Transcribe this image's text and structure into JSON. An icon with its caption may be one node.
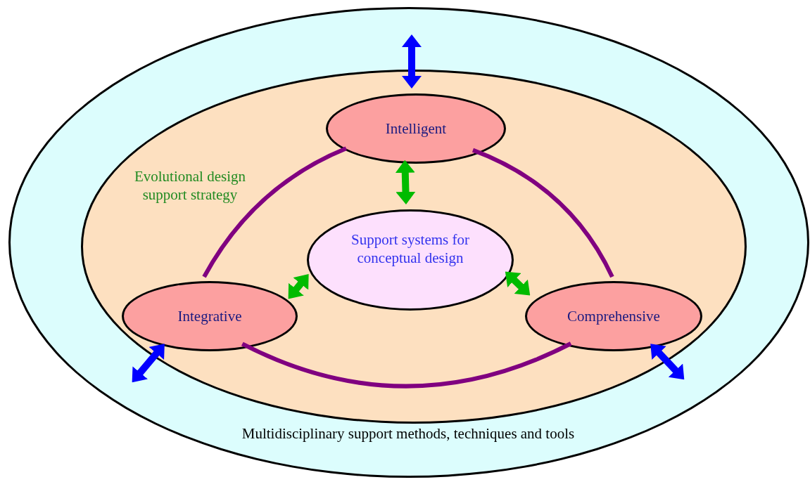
{
  "diagram": {
    "nodes": [
      {
        "text": [
          "Multidisciplinary support methods, techniques and tools"
        ]
      },
      {
        "text": [
          "Evolutional design support strategy"
        ],
        "in": 0
      },
      {
        "text": [
          "Intelligent"
        ],
        "in": 1
      },
      {
        "text": [
          "Support systems for conceptual design"
        ],
        "in": 1
      },
      {
        "text": [
          "Integrative"
        ],
        "in": 1
      },
      {
        "text": [
          "Comprehensive"
        ],
        "in": 1
      }
    ],
    "edges": [
      {
        "from": 2,
        "to": 4,
        "arrow": "none",
        "color": "#800080"
      },
      {
        "from": 2,
        "to": 5,
        "arrow": "none",
        "color": "#800080"
      },
      {
        "from": 4,
        "to": 5,
        "arrow": "none",
        "color": "#800080"
      },
      {
        "from": 2,
        "to": 3,
        "arrow": "both",
        "color": "#00bb00"
      },
      {
        "from": 4,
        "to": 3,
        "arrow": "both",
        "color": "#00bb00"
      },
      {
        "from": 5,
        "to": 3,
        "arrow": "both",
        "color": "#00bb00"
      },
      {
        "from": 2,
        "to": null,
        "arrow": "both",
        "color": "#0000ff"
      },
      {
        "from": 4,
        "to": null,
        "arrow": "both",
        "color": "#0000ff"
      },
      {
        "from": 5,
        "to": null,
        "arrow": "both",
        "color": "#0000ff"
      }
    ]
  }
}
